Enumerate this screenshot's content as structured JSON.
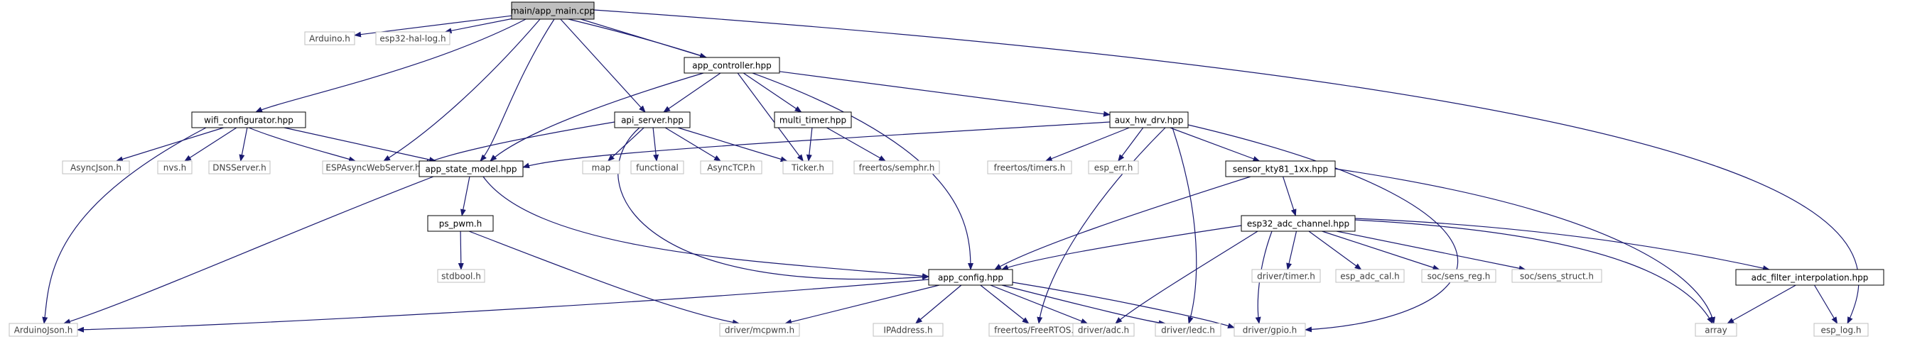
{
  "colors": {
    "edge": "#191970",
    "documented_border": "#000000",
    "undocumented_border": "#bfbfbf",
    "undocumented_text": "#404040",
    "root_fill": "#bfbfbf",
    "node_fill": "#ffffff"
  },
  "nodes": [
    {
      "id": "main",
      "label": "main/app_main.cpp",
      "kind": "root"
    },
    {
      "id": "arduino_h",
      "label": "Arduino.h",
      "kind": "system"
    },
    {
      "id": "esp32log",
      "label": "esp32-hal-log.h",
      "kind": "system"
    },
    {
      "id": "appctrl",
      "label": "app_controller.hpp",
      "kind": "file"
    },
    {
      "id": "wificfg",
      "label": "wifi_configurator.hpp",
      "kind": "file"
    },
    {
      "id": "apiserver",
      "label": "api_server.hpp",
      "kind": "file"
    },
    {
      "id": "multitimer",
      "label": "multi_timer.hpp",
      "kind": "file"
    },
    {
      "id": "auxhw",
      "label": "aux_hw_drv.hpp",
      "kind": "file"
    },
    {
      "id": "asyncjson",
      "label": "AsyncJson.h",
      "kind": "system"
    },
    {
      "id": "nvs",
      "label": "nvs.h",
      "kind": "system"
    },
    {
      "id": "dnsserver",
      "label": "DNSServer.h",
      "kind": "system"
    },
    {
      "id": "espasync",
      "label": "ESPAsyncWebServer.h",
      "kind": "system"
    },
    {
      "id": "appstate",
      "label": "app_state_model.hpp",
      "kind": "file"
    },
    {
      "id": "map",
      "label": "map",
      "kind": "system"
    },
    {
      "id": "functional",
      "label": "functional",
      "kind": "system"
    },
    {
      "id": "asynctcp",
      "label": "AsyncTCP.h",
      "kind": "system"
    },
    {
      "id": "ticker",
      "label": "Ticker.h",
      "kind": "system"
    },
    {
      "id": "semphr",
      "label": "freertos/semphr.h",
      "kind": "system"
    },
    {
      "id": "timers",
      "label": "freertos/timers.h",
      "kind": "system"
    },
    {
      "id": "esperr",
      "label": "esp_err.h",
      "kind": "system"
    },
    {
      "id": "kty81",
      "label": "sensor_kty81_1xx.hpp",
      "kind": "file"
    },
    {
      "id": "pspwm",
      "label": "ps_pwm.h",
      "kind": "file"
    },
    {
      "id": "adcch",
      "label": "esp32_adc_channel.hpp",
      "kind": "file"
    },
    {
      "id": "stdbool",
      "label": "stdbool.h",
      "kind": "system"
    },
    {
      "id": "appconfig",
      "label": "app_config.hpp",
      "kind": "file"
    },
    {
      "id": "drvtimer",
      "label": "driver/timer.h",
      "kind": "system"
    },
    {
      "id": "adccal",
      "label": "esp_adc_cal.h",
      "kind": "system"
    },
    {
      "id": "sensreg",
      "label": "soc/sens_reg.h",
      "kind": "system"
    },
    {
      "id": "sensstruct",
      "label": "soc/sens_struct.h",
      "kind": "system"
    },
    {
      "id": "adcfilter",
      "label": "adc_filter_interpolation.hpp",
      "kind": "file"
    },
    {
      "id": "arduinojson",
      "label": "ArduinoJson.h",
      "kind": "system"
    },
    {
      "id": "mcpwm",
      "label": "driver/mcpwm.h",
      "kind": "system"
    },
    {
      "id": "ipaddress",
      "label": "IPAddress.h",
      "kind": "system"
    },
    {
      "id": "freertos",
      "label": "freertos/FreeRTOS.h",
      "kind": "system"
    },
    {
      "id": "drvadc",
      "label": "driver/adc.h",
      "kind": "system"
    },
    {
      "id": "ledc",
      "label": "driver/ledc.h",
      "kind": "system"
    },
    {
      "id": "gpio",
      "label": "driver/gpio.h",
      "kind": "system"
    },
    {
      "id": "array",
      "label": "array",
      "kind": "system"
    },
    {
      "id": "esplog",
      "label": "esp_log.h",
      "kind": "system"
    }
  ],
  "edges": [
    [
      "main",
      "arduino_h"
    ],
    [
      "main",
      "esp32log"
    ],
    [
      "main",
      "appctrl"
    ],
    [
      "main",
      "wificfg"
    ],
    [
      "main",
      "espasync"
    ],
    [
      "main",
      "appstate"
    ],
    [
      "main",
      "apiserver"
    ],
    [
      "main",
      "appconfig"
    ],
    [
      "main",
      "esplog"
    ],
    [
      "appctrl",
      "apiserver"
    ],
    [
      "appctrl",
      "multitimer"
    ],
    [
      "appctrl",
      "auxhw"
    ],
    [
      "appctrl",
      "appstate"
    ],
    [
      "appctrl",
      "ticker"
    ],
    [
      "wificfg",
      "asyncjson"
    ],
    [
      "wificfg",
      "nvs"
    ],
    [
      "wificfg",
      "dnsserver"
    ],
    [
      "wificfg",
      "espasync"
    ],
    [
      "wificfg",
      "appstate"
    ],
    [
      "wificfg",
      "arduinojson"
    ],
    [
      "apiserver",
      "espasync"
    ],
    [
      "apiserver",
      "map"
    ],
    [
      "apiserver",
      "functional"
    ],
    [
      "apiserver",
      "asynctcp"
    ],
    [
      "apiserver",
      "ticker"
    ],
    [
      "apiserver",
      "appconfig"
    ],
    [
      "multitimer",
      "ticker"
    ],
    [
      "multitimer",
      "semphr"
    ],
    [
      "auxhw",
      "appstate"
    ],
    [
      "auxhw",
      "timers"
    ],
    [
      "auxhw",
      "esperr"
    ],
    [
      "auxhw",
      "kty81"
    ],
    [
      "auxhw",
      "freertos"
    ],
    [
      "auxhw",
      "ledc"
    ],
    [
      "auxhw",
      "gpio"
    ],
    [
      "appstate",
      "pspwm"
    ],
    [
      "appstate",
      "appconfig"
    ],
    [
      "appstate",
      "arduinojson"
    ],
    [
      "kty81",
      "adcch"
    ],
    [
      "kty81",
      "appconfig"
    ],
    [
      "kty81",
      "array"
    ],
    [
      "pspwm",
      "stdbool"
    ],
    [
      "pspwm",
      "mcpwm"
    ],
    [
      "adcch",
      "appconfig"
    ],
    [
      "adcch",
      "drvtimer"
    ],
    [
      "adcch",
      "adccal"
    ],
    [
      "adcch",
      "sensreg"
    ],
    [
      "adcch",
      "sensstruct"
    ],
    [
      "adcch",
      "adcfilter"
    ],
    [
      "adcch",
      "drvadc"
    ],
    [
      "adcch",
      "gpio"
    ],
    [
      "adcch",
      "array"
    ],
    [
      "appconfig",
      "arduinojson"
    ],
    [
      "appconfig",
      "mcpwm"
    ],
    [
      "appconfig",
      "ipaddress"
    ],
    [
      "appconfig",
      "freertos"
    ],
    [
      "appconfig",
      "drvadc"
    ],
    [
      "appconfig",
      "ledc"
    ],
    [
      "appconfig",
      "gpio"
    ],
    [
      "adcfilter",
      "array"
    ],
    [
      "adcfilter",
      "esplog"
    ]
  ]
}
